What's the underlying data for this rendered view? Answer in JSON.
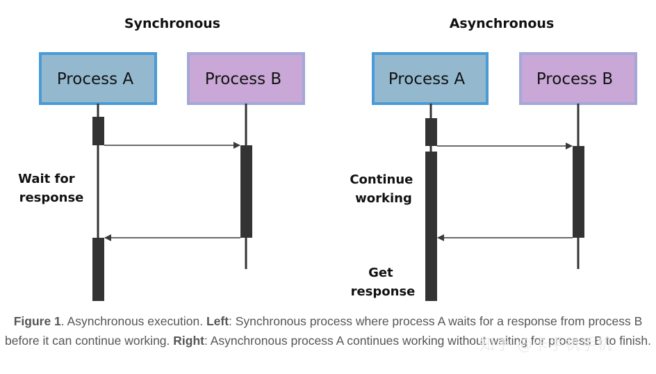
{
  "diagram": {
    "left": {
      "title": "Synchronous",
      "process_a": "Process A",
      "process_b": "Process B",
      "label_1": [
        "Wait for",
        "response"
      ]
    },
    "right": {
      "title": "Asynchronous",
      "process_a": "Process A",
      "process_b": "Process B",
      "label_1": [
        "Continue",
        "working"
      ],
      "label_2": [
        "Get",
        "response"
      ]
    }
  },
  "caption": {
    "fig": "Figure 1",
    "t1": ". Asynchronous execution. ",
    "left_b": "Left",
    "t2": ": Synchronous process where process A waits for a response from process B before it can continue working. ",
    "right_b": "Right",
    "t3": ": Asynchronous process A continues working without waiting for process B to finish."
  },
  "watermark": "知乎 @卡手机手机",
  "colors": {
    "process_a_fill": "#94b9cf",
    "process_a_border": "#4a9ad8",
    "process_b_fill": "#c9a7d6",
    "process_b_border": "#a3a8d8",
    "lifeline": "#333333",
    "activation": "#333333",
    "arrow": "#3a3a3a"
  }
}
